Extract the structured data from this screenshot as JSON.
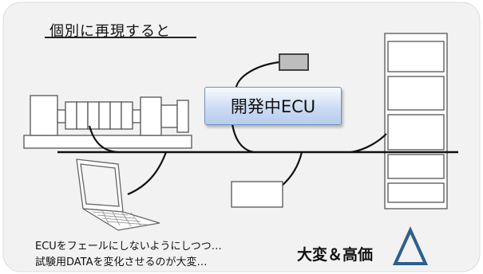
{
  "title": "個別に再現すると",
  "ecu_label": "開発中ECU",
  "notes": [
    "ECUをフェールにしないようにしつつ…",
    "試験用DATAを変化させるのが大変…"
  ],
  "cost_label": "大変＆高価",
  "colors": {
    "panel": "#f2f2f2",
    "ecu_fill": "#c9daf3",
    "ecu_border": "#6f8fbf",
    "triangle": "#2e5f8f",
    "device_fill": "#bdbdbd",
    "line": "#111111"
  }
}
